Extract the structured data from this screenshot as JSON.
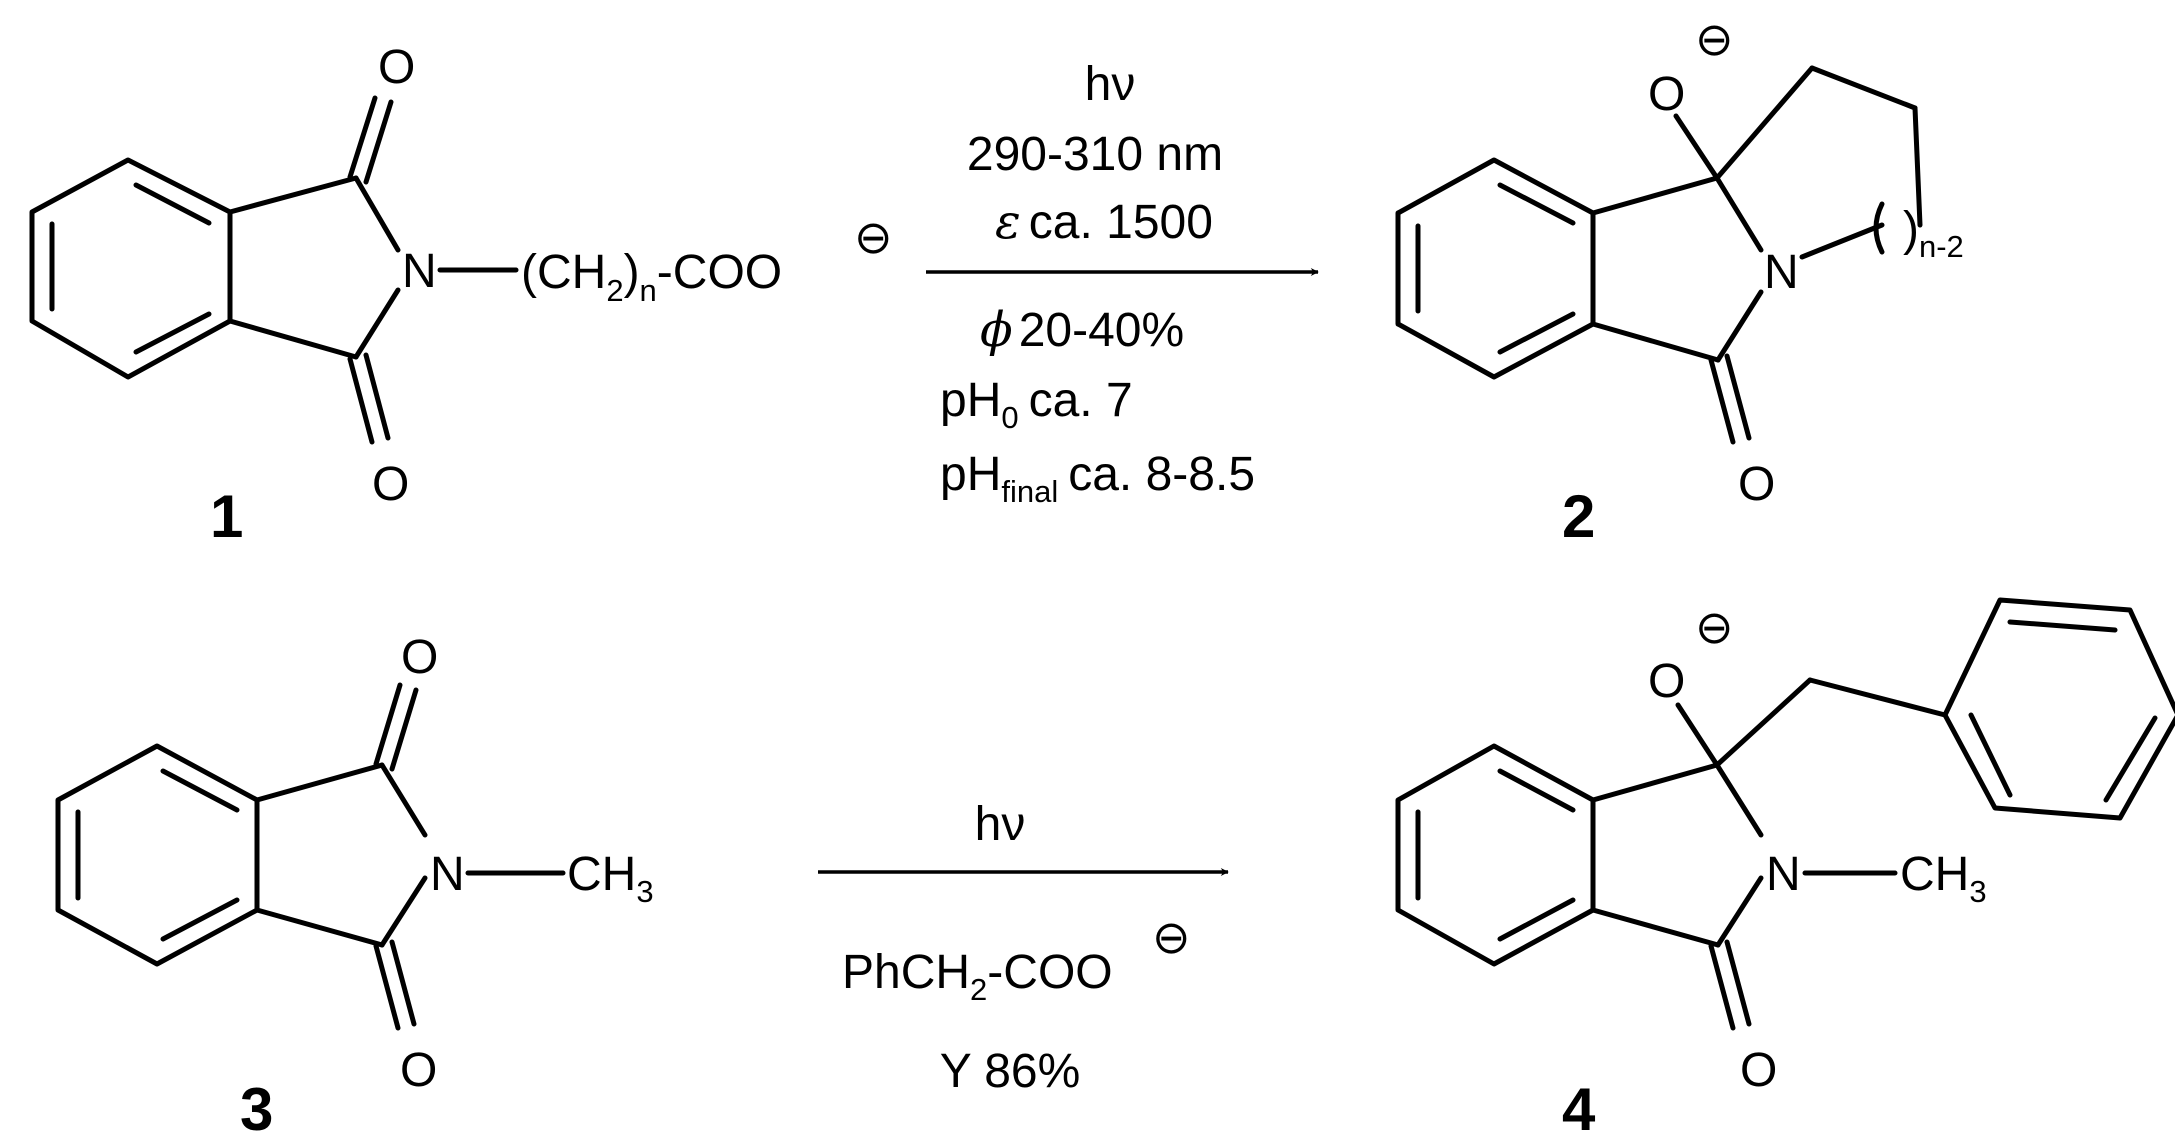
{
  "reaction1": {
    "compound1": {
      "number": "1",
      "o_top": "O",
      "o_bottom": "O",
      "n": "N",
      "chain_open": "(CH",
      "chain_sub2": "2",
      "chain_close": ")",
      "chain_subn": "n",
      "chain_tail": "-COO",
      "charge": "⊖"
    },
    "conditions": {
      "hv": "hν",
      "wavelength": "290-310 nm",
      "epsilon_symbol": "ε",
      "epsilon_value": "ca. 1500",
      "phi_symbol": "ϕ",
      "phi_value": "20-40%",
      "ph0_main": "pH",
      "ph0_sub": "0",
      "ph0_value": "ca. 7",
      "phfinal_main": "pH",
      "phfinal_sub": "final",
      "phfinal_value": "ca. 8-8.5"
    },
    "compound2": {
      "number": "2",
      "o_minus": "O",
      "charge": "⊖",
      "n": "N",
      "o_bottom": "O",
      "ring_paren": ")",
      "ring_sub": "n-2"
    }
  },
  "reaction2": {
    "compound3": {
      "number": "3",
      "o_top": "O",
      "o_bottom": "O",
      "n": "N",
      "ch3_main": "CH",
      "ch3_sub": "3"
    },
    "conditions": {
      "hv": "hν",
      "reagent_a": "PhCH",
      "reagent_sub": "2",
      "reagent_b": "-COO",
      "reagent_charge": "⊖",
      "yield": "Y 86%"
    },
    "compound4": {
      "number": "4",
      "o_minus": "O",
      "charge": "⊖",
      "n": "N",
      "o_bottom": "O",
      "ch3_main": "CH",
      "ch3_sub": "3"
    }
  }
}
